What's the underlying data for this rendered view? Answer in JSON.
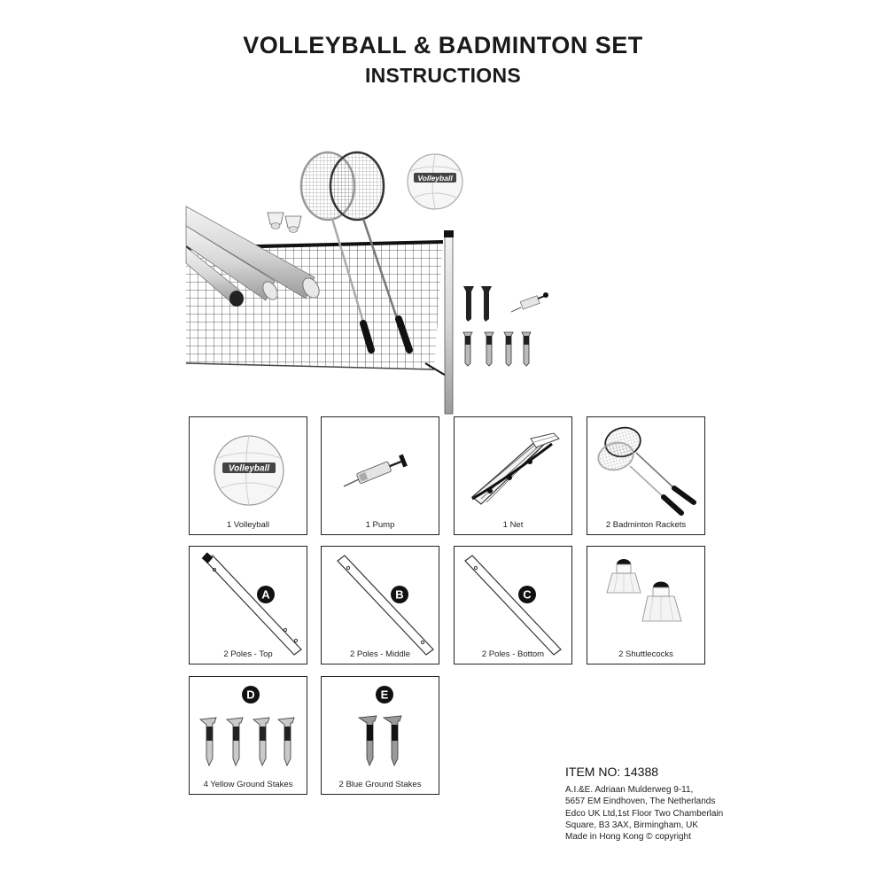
{
  "header": {
    "title": "VOLLEYBALL & BADMINTON SET",
    "subtitle": "INSTRUCTIONS"
  },
  "hero": {
    "ball_text": "Volleyball"
  },
  "parts": [
    {
      "caption": "1  Volleyball",
      "ball_text": "Volleyball"
    },
    {
      "caption": "1  Pump"
    },
    {
      "caption": "1  Net"
    },
    {
      "caption": "2  Badminton Rackets"
    },
    {
      "caption": "2  Poles - Top",
      "letter": "A"
    },
    {
      "caption": "2  Poles - Middle",
      "letter": "B"
    },
    {
      "caption": "2  Poles - Bottom",
      "letter": "C"
    },
    {
      "caption": "2  Shuttlecocks"
    },
    {
      "caption": "4  Yellow Ground Stakes",
      "letter": "D"
    },
    {
      "caption": "2  Blue Ground Stakes",
      "letter": "E"
    }
  ],
  "footer": {
    "item_no": "ITEM NO: 14388",
    "address_lines": [
      "A.I.&E. Adriaan Mulderweg 9-11,",
      "5657 EM Eindhoven, The Netherlands",
      "Edco UK Ltd,1st Floor Two Chamberlain",
      "Square, B3 3AX, Birmingham, UK",
      "Made in Hong Kong © copyright"
    ]
  }
}
